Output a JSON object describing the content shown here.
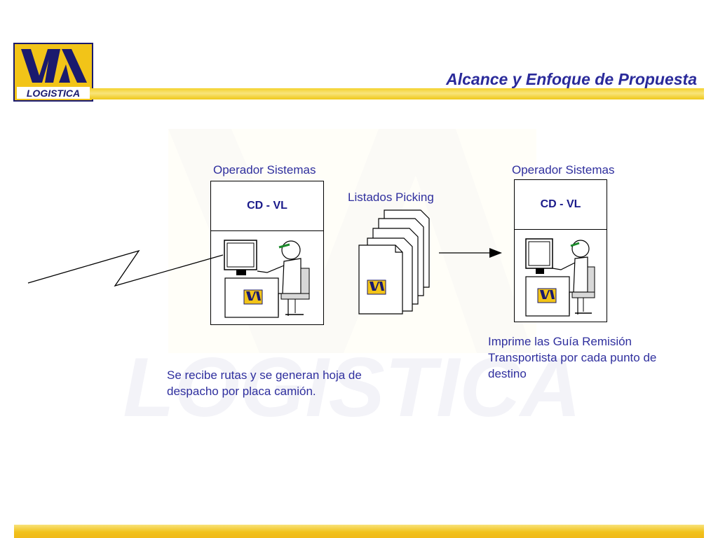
{
  "header": {
    "title": "Alcance y Enfoque de Propuesta",
    "logo_text": "LOGISTICA"
  },
  "diagram": {
    "left_station": {
      "role_label": "Operador Sistemas",
      "box_label": "CD - VL"
    },
    "documents_label": "Listados Picking",
    "right_station": {
      "role_label": "Operador Sistemas",
      "box_label": "CD - VL"
    },
    "left_description": "Se recibe rutas y se generan hoja de despacho por placa camión.",
    "right_description": "Imprime las Guía Remisión Transportista por cada punto de destino",
    "watermark_text": "LOGISTICA"
  },
  "colors": {
    "title_blue": "#2a2a9a",
    "text_blue": "#2f2f9e",
    "brand_yellow": "#f2c418",
    "logo_navy": "#1a1a6e"
  }
}
